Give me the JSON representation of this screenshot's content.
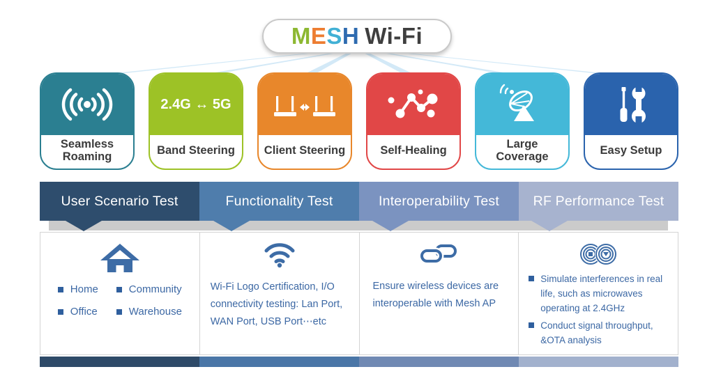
{
  "title": {
    "m": "M",
    "e": "E",
    "s": "S",
    "h": "H",
    "suffix": "Wi-Fi",
    "m_color": "#8db832",
    "e_color": "#ed7d31",
    "s_color": "#41b0d5",
    "h_color": "#2e6bb0",
    "suffix_color": "#3f3f3f"
  },
  "features": [
    {
      "label": "Seamless Roaming",
      "color": "#2b7f91",
      "icon": "wireless-signal-icon"
    },
    {
      "label": "Band Steering",
      "color": "#9dc226",
      "icon": "band-switch-icon",
      "icon_text": "2.4G ↔ 5G"
    },
    {
      "label": "Client Steering",
      "color": "#e8872b",
      "icon": "router-switch-icon"
    },
    {
      "label": "Self-Healing",
      "color": "#e14747",
      "icon": "network-nodes-icon"
    },
    {
      "label": "Large Coverage",
      "color": "#44b8d8",
      "icon": "satellite-dish-icon"
    },
    {
      "label": "Easy Setup",
      "color": "#2a63ad",
      "icon": "tools-icon"
    }
  ],
  "tests": [
    {
      "label": "User Scenario Test",
      "color": "#2e4d6d",
      "bar_color": "#2e4a68",
      "icon": "house-icon",
      "items": [
        "Home",
        "Community",
        "Office",
        "Warehouse"
      ]
    },
    {
      "label": "Functionality Test",
      "color": "#4f7dac",
      "bar_color": "#4a76a7",
      "icon": "wifi-icon",
      "text": "Wi-Fi Logo Certification, I/O connectivity testing: Lan Port, WAN Port, USB Port⋯etc"
    },
    {
      "label": "Interoperability Test",
      "color": "#7b93c0",
      "bar_color": "#7089b3",
      "icon": "chain-link-icon",
      "text": "Ensure wireless devices are interoperable with Mesh AP"
    },
    {
      "label": "RF Performance Test",
      "color": "#a7b3cf",
      "bar_color": "#a2b1cd",
      "icon": "interference-icon",
      "bullets": [
        "Simulate interferences in real life, such as microwaves operating at 2.4GHz",
        "Conduct signal throughput, &OTA analysis"
      ]
    }
  ],
  "colors": {
    "fan_lines": "#d3e9f7",
    "gray_strip": "#cbcbcb",
    "panel_border": "#d4d4d4",
    "panel_text": "#3c68a4",
    "bullet": "#2f5f9e",
    "panel_icon_blue": "#3d6ca6",
    "feature_label": "#3b3b3b"
  }
}
